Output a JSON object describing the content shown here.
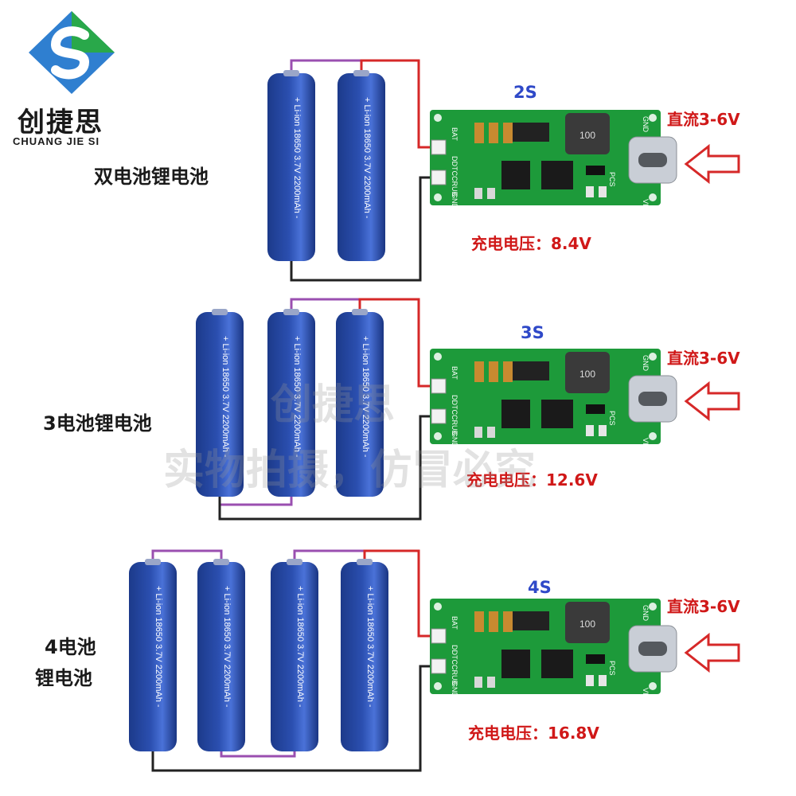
{
  "brand": {
    "name_cn": "创捷思",
    "name_en": "CHUANG JIE SI"
  },
  "watermark": {
    "line1": "创捷思",
    "line2": "实物拍摄，仿冒必究"
  },
  "colors": {
    "battery": "#2b4fb0",
    "pcb": "#1d9a3a",
    "wire_red": "#d62828",
    "wire_purple": "#9a4fb0",
    "wire_black": "#222222",
    "label_blue": "#2f49c8",
    "label_red": "#d01818"
  },
  "battery_print": "+ Li-ion 18650 3.7V 2200mAh -",
  "board_silk": {
    "bat": "BAT",
    "gnd": "GND",
    "vin": "VIN",
    "model": "DDTCCRUB",
    "cr": "CR",
    "ok": "OK",
    "pcs": "PCS",
    "inductor": "100"
  },
  "configs": [
    {
      "name": "双电池锂电池",
      "series": "2S",
      "cells": 2,
      "input": "直流3-6V",
      "charge_voltage": "充电电压：8.4V"
    },
    {
      "name": "3电池锂电池",
      "series": "3S",
      "cells": 3,
      "input": "直流3-6V",
      "charge_voltage": "充电电压：12.6V"
    },
    {
      "name_line1": "4电池",
      "name_line2": "锂电池",
      "series": "4S",
      "cells": 4,
      "input": "直流3-6V",
      "charge_voltage": "充电电压：16.8V"
    }
  ]
}
